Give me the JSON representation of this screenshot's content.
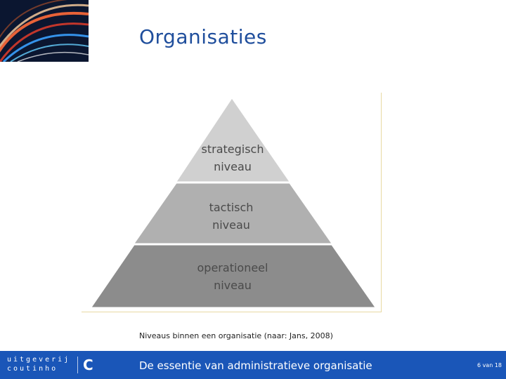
{
  "slide": {
    "title": "Organisaties",
    "caption": "Niveaus binnen een organisatie (naar: Jans, 2008)"
  },
  "diagram": {
    "tiers": [
      {
        "line1": "strategisch",
        "line2": "niveau",
        "color": "#d0d0d0"
      },
      {
        "line1": "tactisch",
        "line2": "niveau",
        "color": "#b0b0b0"
      },
      {
        "line1": "operationeel",
        "line2": "niveau",
        "color": "#8c8c8c"
      }
    ]
  },
  "footer": {
    "logo_line1": "uitgeverij",
    "logo_line2": "coutinho",
    "logo_mark": "C",
    "course_title": "De essentie van administratieve organisatie",
    "page_indicator": "6 van 18"
  },
  "colors": {
    "title": "#1f4e9c",
    "footer_bg": "#1a56b8"
  }
}
